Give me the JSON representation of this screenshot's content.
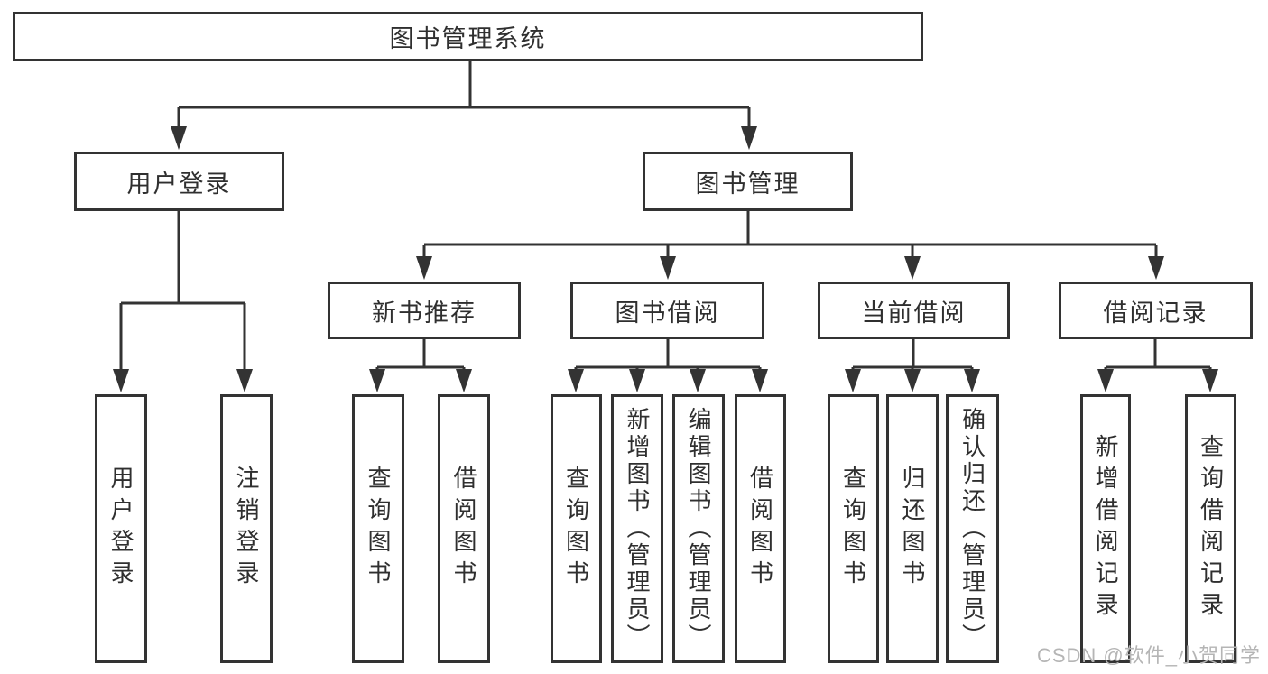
{
  "tree": {
    "root": "图书管理系统",
    "branches": [
      {
        "label": "用户登录",
        "children": [
          "用户登录",
          "注销登录"
        ]
      },
      {
        "label": "图书管理",
        "children": [
          {
            "label": "新书推荐",
            "children": [
              "查询图书",
              "借阅图书"
            ]
          },
          {
            "label": "图书借阅",
            "children": [
              "查询图书",
              "新增图书（管理员）",
              "编辑图书（管理员）",
              "借阅图书"
            ]
          },
          {
            "label": "当前借阅",
            "children": [
              "查询图书",
              "归还图书",
              "确认归还（管理员）"
            ]
          },
          {
            "label": "借阅记录",
            "children": [
              "新增借阅记录",
              "查询借阅记录"
            ]
          }
        ]
      }
    ]
  },
  "watermark": "CSDN @软件_小贺同学",
  "colors": {
    "line": "#333333",
    "text": "#2f2f2f",
    "watermark": "#b5b5b5",
    "background": "#ffffff"
  }
}
